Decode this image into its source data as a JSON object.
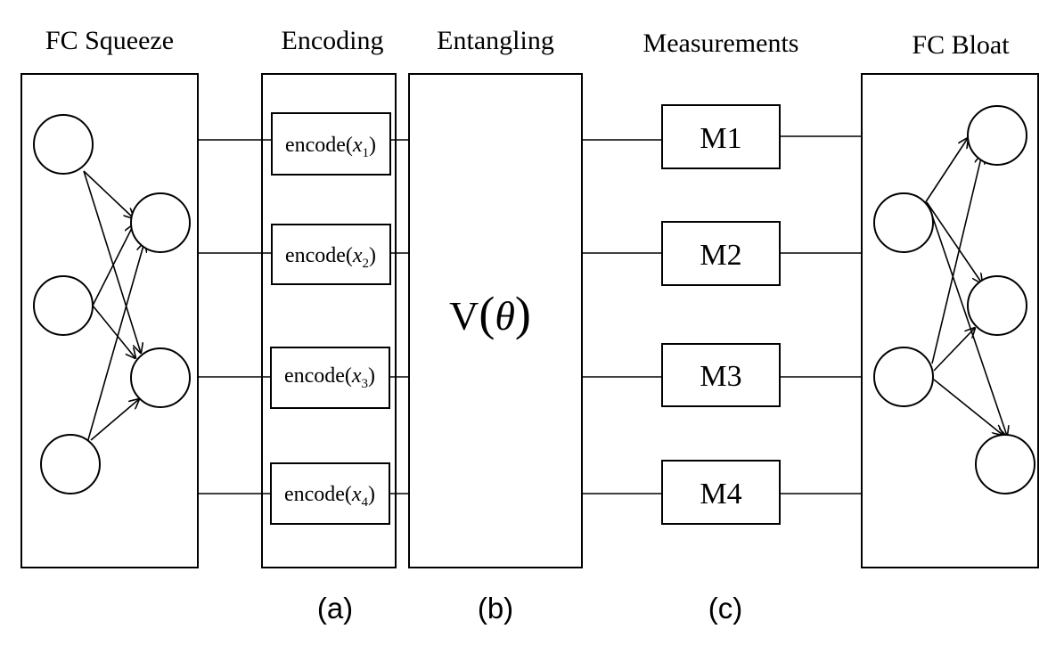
{
  "headers": {
    "squeeze": "FC Squeeze",
    "encoding": "Encoding",
    "entangling": "Entangling",
    "measurements": "Measurements",
    "bloat": "FC Bloat"
  },
  "encoders": [
    {
      "prefix": "encode(",
      "var": "x",
      "sub": "1",
      "suffix": ")"
    },
    {
      "prefix": "encode(",
      "var": "x",
      "sub": "2",
      "suffix": ")"
    },
    {
      "prefix": "encode(",
      "var": "x",
      "sub": "3",
      "suffix": ")"
    },
    {
      "prefix": "encode(",
      "var": "x",
      "sub": "4",
      "suffix": ")"
    }
  ],
  "entangling_label": {
    "prefix": "V",
    "theta": "θ"
  },
  "measurements": [
    "M1",
    "M2",
    "M3",
    "M4"
  ],
  "captions": [
    "(a)",
    "(b)",
    "(c)"
  ]
}
